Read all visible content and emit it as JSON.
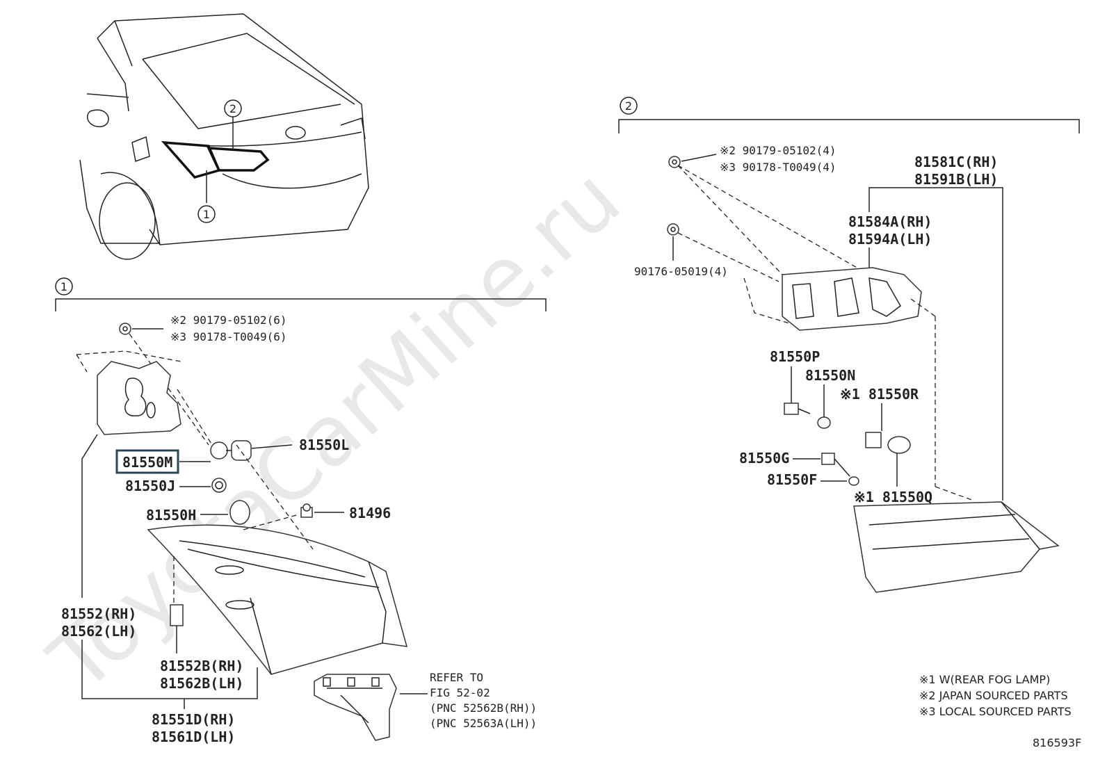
{
  "watermark": "ToyotaCarMine.ru",
  "figure_code": "816593F",
  "callouts": {
    "one": "1",
    "two": "2"
  },
  "section1": {
    "screw_note_a": "※2 90179-05102(6)",
    "screw_note_b": "※3 90178-T0049(6)",
    "p81550L": "81550L",
    "p81550M": "81550M",
    "p81550J": "81550J",
    "p81550H": "81550H",
    "p81496": "81496",
    "p81552": "81552(RH)",
    "p81562": "81562(LH)",
    "p81552B": "81552B(RH)",
    "p81562B": "81562B(LH)",
    "p81551D": "81551D(RH)",
    "p81561D": "81561D(LH)",
    "refer_1": "REFER TO",
    "refer_2": "FIG 52-02",
    "refer_3": "(PNC 52562B(RH))",
    "refer_4": "(PNC 52563A(LH))"
  },
  "section2": {
    "screw_note_a": "※2 90179-05102(4)",
    "screw_note_b": "※3 90178-T0049(4)",
    "p90176": "90176-05019(4)",
    "p81581C": "81581C(RH)",
    "p81591B": "81591B(LH)",
    "p81584A": "81584A(RH)",
    "p81594A": "81594A(LH)",
    "p81550P": "81550P",
    "p81550N": "81550N",
    "p81550R": "※1 81550R",
    "p81550G": "81550G",
    "p81550F": "81550F",
    "p81550Q": "※1 81550Q"
  },
  "legend": {
    "note1": "※1 W(REAR FOG LAMP)",
    "note2": "※2 JAPAN SOURCED PARTS",
    "note3": "※3 LOCAL SOURCED PARTS"
  },
  "colors": {
    "line": "#222222",
    "highlight": "#2d4452",
    "watermark": "#e8e8e8"
  }
}
